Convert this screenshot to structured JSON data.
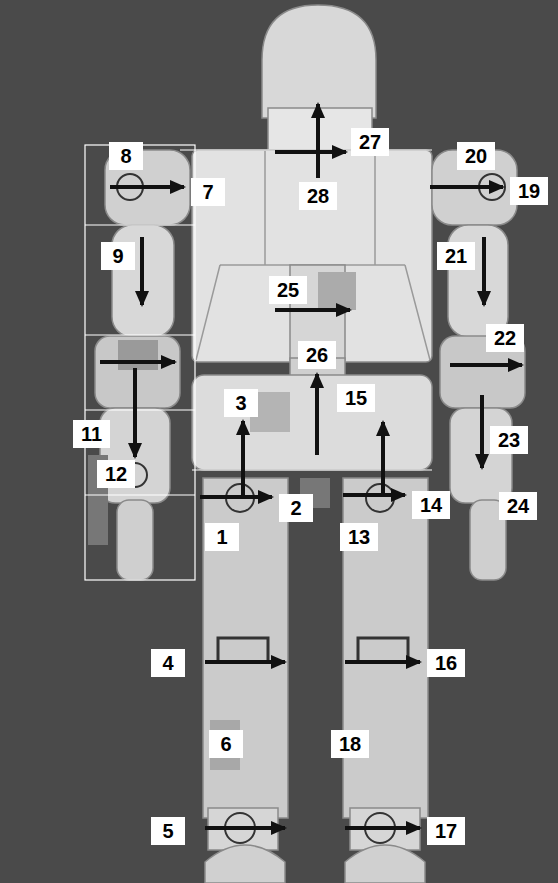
{
  "diagram": {
    "labels": [
      "27",
      "8",
      "20",
      "7",
      "28",
      "19",
      "9",
      "21",
      "25",
      "26",
      "22",
      "3",
      "15",
      "11",
      "23",
      "12",
      "2",
      "14",
      "24",
      "1",
      "13",
      "4",
      "16",
      "6",
      "18",
      "5",
      "17"
    ]
  }
}
